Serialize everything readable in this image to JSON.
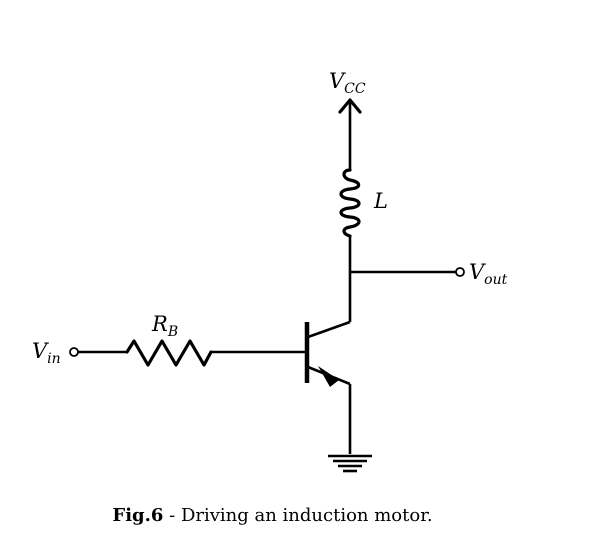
{
  "labels": {
    "vcc": {
      "main": "V",
      "sub": "CC"
    },
    "inductor": "L",
    "vout": {
      "main": "V",
      "sub": "out"
    },
    "resistor": {
      "main": "R",
      "sub": "B"
    },
    "vin": {
      "main": "V",
      "sub": "in"
    }
  },
  "caption": {
    "figure_label": "Fig.6",
    "text": " - Driving an induction motor."
  }
}
